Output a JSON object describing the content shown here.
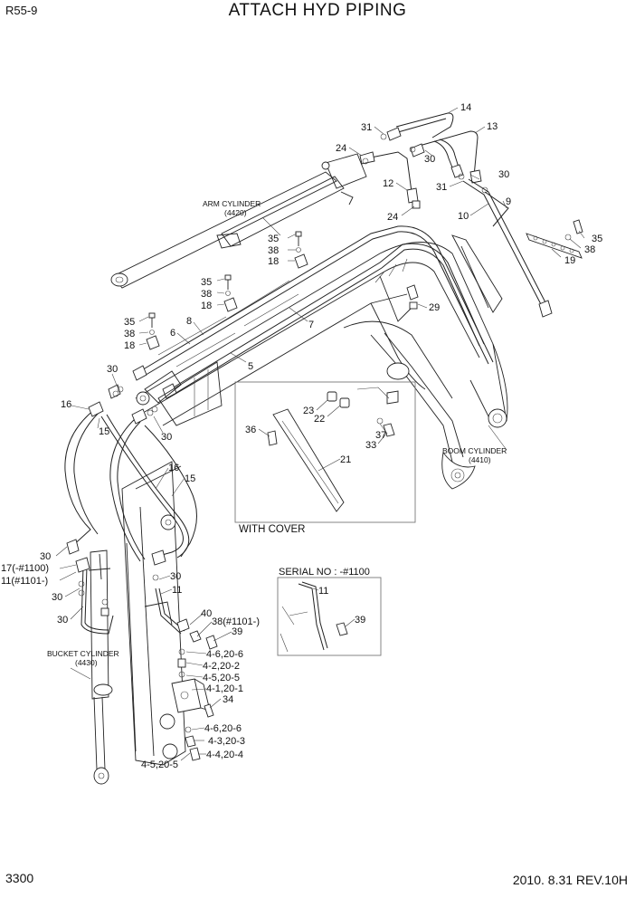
{
  "header": {
    "model": "R55-9",
    "title": "ATTACH HYD PIPING"
  },
  "footer": {
    "page_number": "3300",
    "revision": "2010. 8.31  REV.10H"
  },
  "components": {
    "arm_cylinder": {
      "name": "ARM CYLINDER",
      "code": "(4420)"
    },
    "boom_cylinder": {
      "name": "BOOM CYLINDER",
      "code": "(4410)"
    },
    "bucket_cylinder": {
      "name": "BUCKET CYLINDER",
      "code": "(4430)"
    }
  },
  "insets": {
    "cover": {
      "caption": "WITH COVER"
    },
    "serial": {
      "caption": "SERIAL NO : -#1100"
    }
  },
  "callouts": {
    "c14": "14",
    "c13": "13",
    "c31a": "31",
    "c24a": "24",
    "c30a": "30",
    "c12": "12",
    "c30b": "30",
    "c31b": "31",
    "c9": "9",
    "c10": "10",
    "c24b": "24",
    "c35a": "35",
    "c38a": "38",
    "c18a": "18",
    "c35b": "35",
    "c38b": "38",
    "c18b": "18",
    "c35c": "35",
    "c38c": "38",
    "c18c": "18",
    "c35d": "35",
    "c38d": "38",
    "c19": "19",
    "c8": "8",
    "c6": "6",
    "c7": "7",
    "c29": "29",
    "c5": "5",
    "c30c": "30",
    "c16a": "16",
    "c15a": "15",
    "c30d": "30",
    "c23": "23",
    "c22": "22",
    "c36": "36",
    "c37": "37",
    "c33": "33",
    "c21": "21",
    "c16b": "16",
    "c15b": "15",
    "c30e": "30",
    "c17": "17(-#1100)",
    "c11a": "11(#1101-)",
    "c30f": "30",
    "c30g": "30",
    "c30h": "30",
    "c11b": "11",
    "c40": "40",
    "c38e": "38(#1101-)",
    "c39a": "39",
    "c46a": "4-6,20-6",
    "c42": "4-2,20-2",
    "c45a": "4-5,20-5",
    "c41": "4-1,20-1",
    "c34": "34",
    "c46b": "4-6,20-6",
    "c43": "4-3,20-3",
    "c44": "4-4,20-4",
    "c45b": "4-5,20-5",
    "c11c": "11",
    "c39b": "39"
  }
}
